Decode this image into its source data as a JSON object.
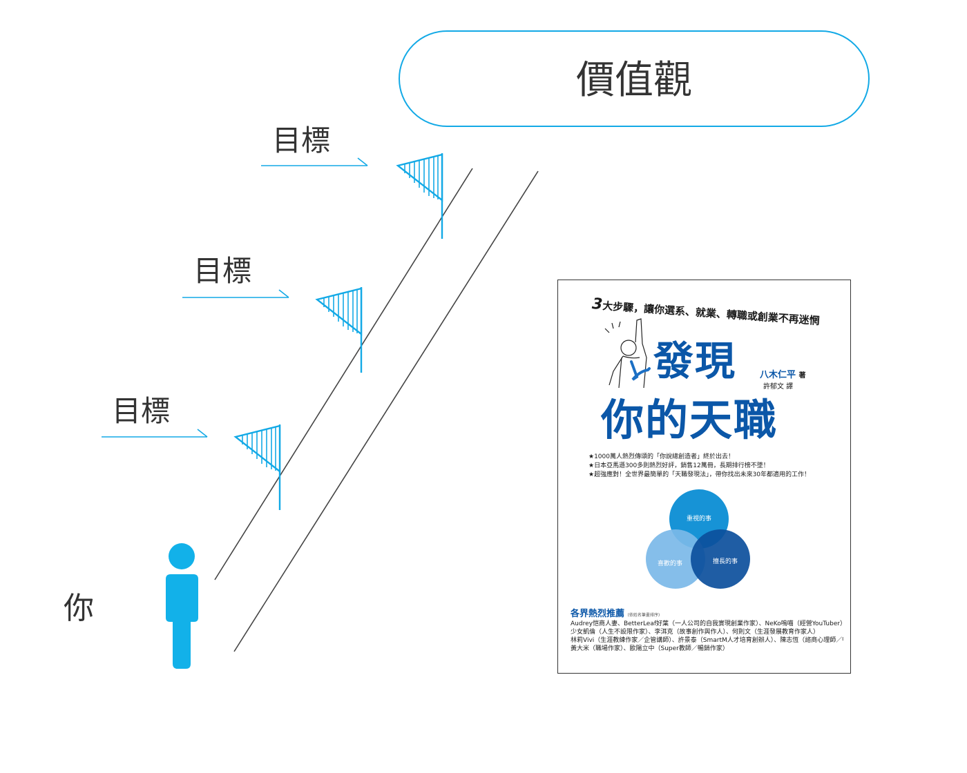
{
  "diagram": {
    "values_label": "價值觀",
    "goal_labels": [
      "目標",
      "目標",
      "目標"
    ],
    "you_label": "你",
    "colors": {
      "accent": "#12a9e6",
      "person": "#12b1e9",
      "road": "#444444",
      "text": "#333333"
    },
    "icons": [
      "flag-icon",
      "person-icon",
      "arrow-right-icon"
    ]
  },
  "book": {
    "subtitle_number": "3",
    "subtitle_text": "大步驟，讓你選系、就業、轉職或創業不再迷惘",
    "title_line_1": "發現",
    "title_line_2": "你的天職",
    "author": "八木仁平",
    "author_role": "著",
    "translator": "許郁文 譯",
    "blurbs": [
      "★1000萬人熱烈傳頌的「你說總創造者」終於出去！",
      "★日本亞馬遜300多則熱烈好評，銷售12萬冊，長期排行榜不墜！",
      "★超強應對！全世界最簡單的「天職發現法」，帶你找出未來30年都適用的工作！"
    ],
    "venn": {
      "top": "重視的事",
      "left": "喜歡的事",
      "right": "擅長的事",
      "colors": {
        "top": "#1793d6",
        "left": "#7bb8e8",
        "right": "#0c4f9c"
      }
    },
    "recommend_title": "各界熱烈推薦",
    "recommend_note": "(依姓名筆畫排序)",
    "recommend_lines": [
      "Audrey恺商人妻、BetterLeaf好葉（一人公司的自我實現創業作家）、NeKo嗚喵（經營YouTuber）",
      "少女凱倫（人生不設限作家）、李洱克（故事創作與作人）、何則文（生涯發展教育作家人）",
      "林莉Vivi（生涯教練作家／企管講師）、許景泰（SmartM人才培育創辦人）、陳志恆（諮商心理師／暢銷作家）",
      "黃大米（職場作家）、歐陽立中（Super教師／暢銷作家）"
    ]
  }
}
